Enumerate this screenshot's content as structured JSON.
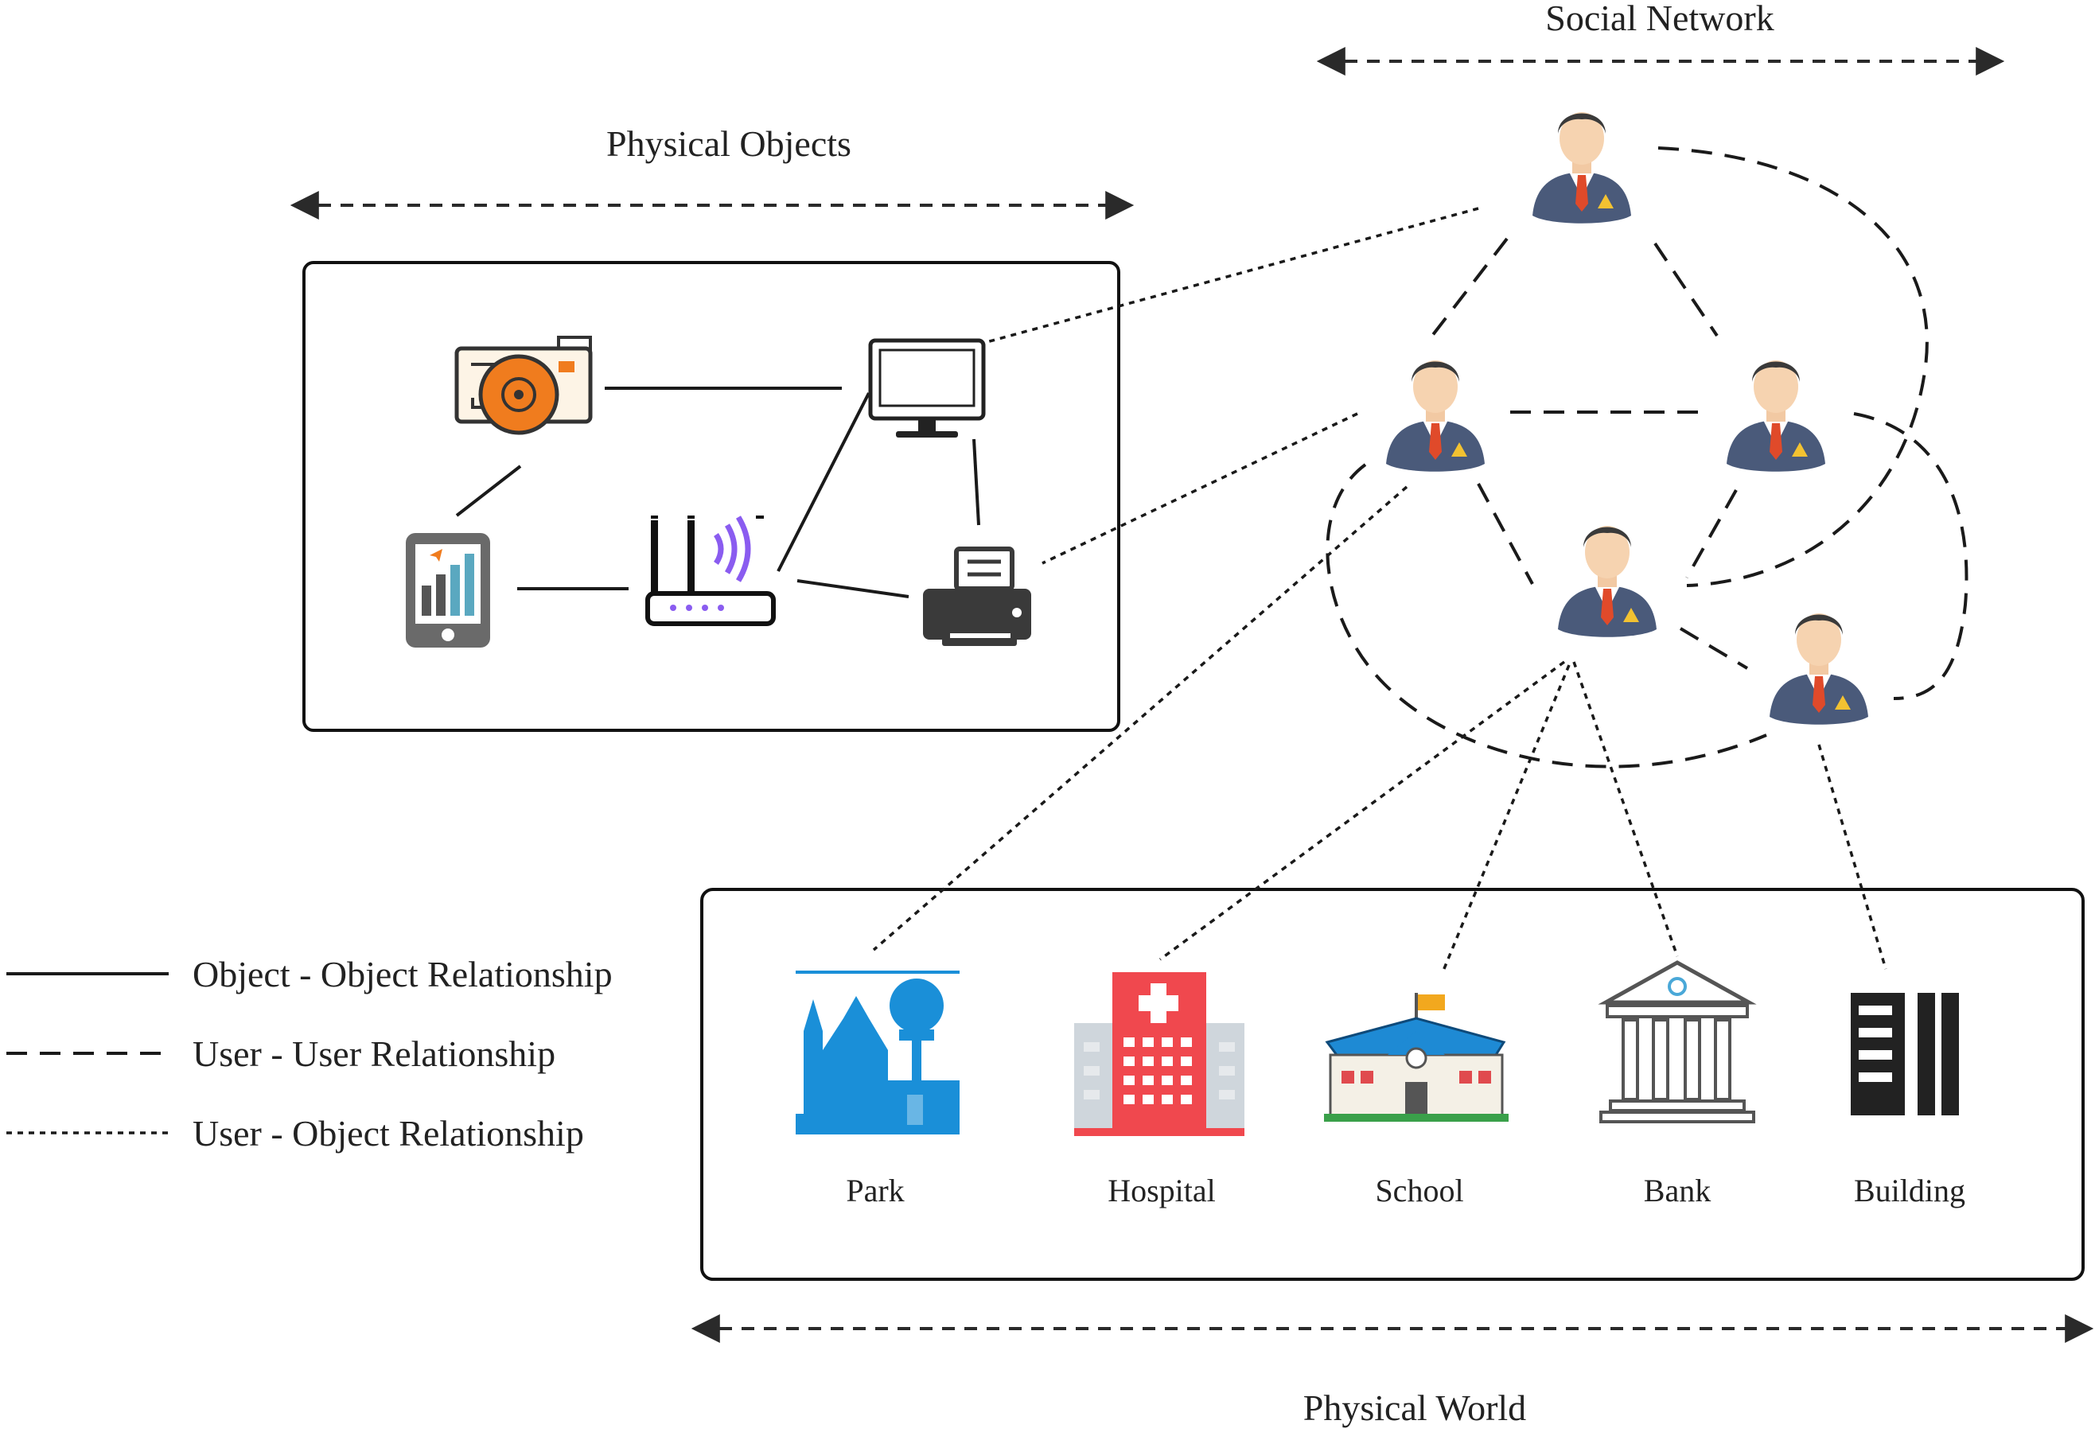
{
  "headings": {
    "social_network": "Social Network",
    "physical_objects": "Physical Objects",
    "physical_world": "Physical World"
  },
  "legend": {
    "object_object": "Object - Object Relationship",
    "user_user": "User - User Relationship",
    "user_object": "User - Object Relationship"
  },
  "places": [
    "Park",
    "Hospital",
    "School",
    "Bank",
    "Building"
  ],
  "devices": [
    "camera-icon",
    "monitor-icon",
    "tablet-icon",
    "router-icon",
    "printer-icon"
  ],
  "users": [
    "user-1",
    "user-2",
    "user-3",
    "user-4",
    "user-5"
  ],
  "colors": {
    "camera_orange": "#f07c1e",
    "user_suit": "#4a5a7a",
    "tie_red": "#e04a2a",
    "park_blue": "#1a8fd8",
    "hospital_red": "#f0484e",
    "school_blue": "#1e8ad4",
    "router_purple": "#8a5cf0"
  }
}
